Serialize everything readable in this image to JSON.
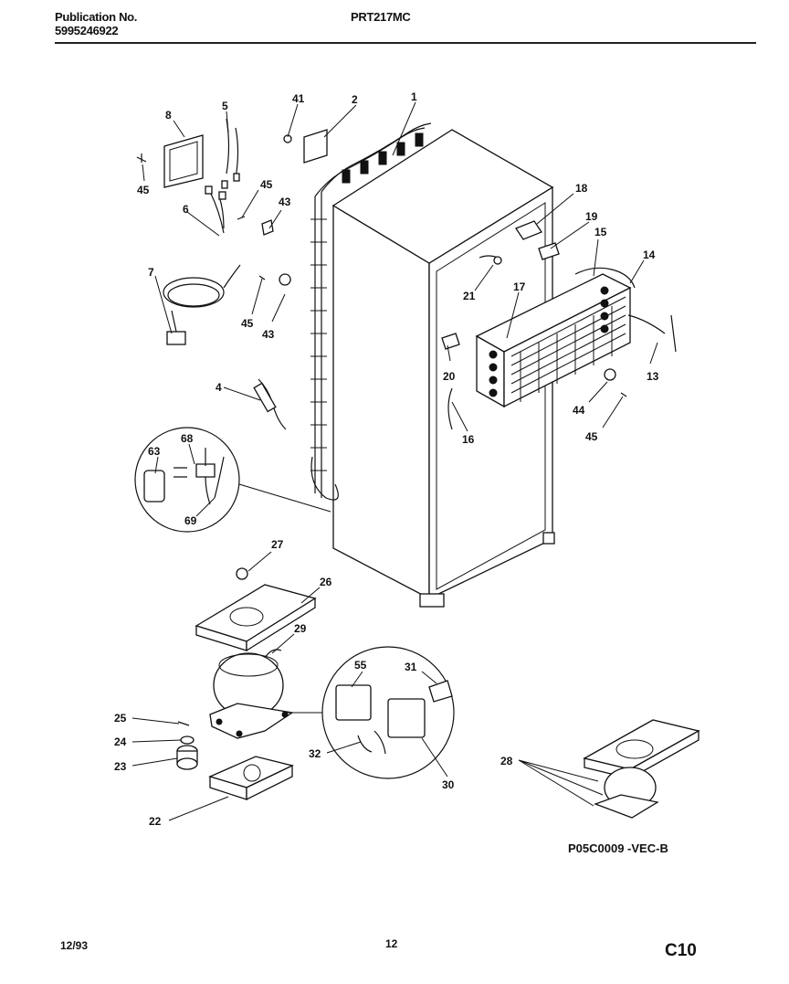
{
  "header": {
    "publication_label": "Publication No.",
    "publication_number": "5995246922",
    "model": "PRT217MC"
  },
  "diagram": {
    "labels": [
      "1",
      "2",
      "41",
      "5",
      "8",
      "45",
      "6",
      "45",
      "43",
      "7",
      "45",
      "43",
      "4",
      "63",
      "68",
      "69",
      "18",
      "19",
      "15",
      "14",
      "21",
      "17",
      "20",
      "13",
      "16",
      "44",
      "45",
      "27",
      "26",
      "29",
      "55",
      "31",
      "25",
      "24",
      "23",
      "32",
      "30",
      "22",
      "28"
    ],
    "figure_code": "P05C0009 -VEC-B"
  },
  "footer": {
    "date": "12/93",
    "page": "12",
    "section": "C10"
  }
}
